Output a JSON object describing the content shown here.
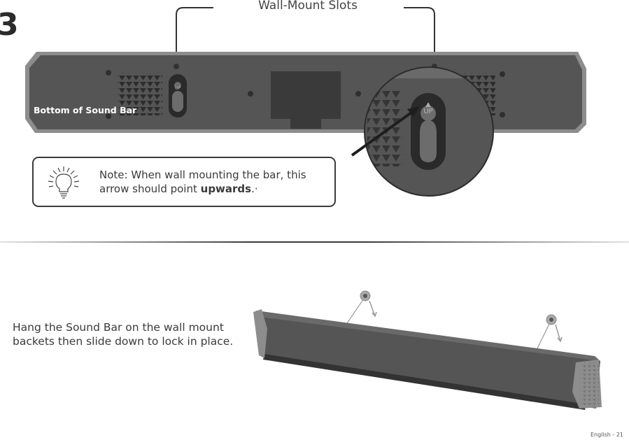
{
  "step": {
    "number": "3"
  },
  "callout": {
    "title": "Wall-Mount Slots"
  },
  "soundbar_bottom": {
    "label": "Bottom of Sound Bar",
    "slot_marking": "UP"
  },
  "note": {
    "text_before": "Note: When wall mounting the bar, this arrow should point ",
    "text_bold": "upwards",
    "text_after": ".·",
    "icon": "lightbulb-icon"
  },
  "instruction": {
    "text": "Hang the Sound Bar on the wall mount backets then slide down to lock in place."
  },
  "footer": {
    "page_label": "English - 21"
  },
  "colors": {
    "bar_body": "#555555",
    "bar_edge": "#8d8d8d",
    "text": "#3a3a3a"
  }
}
